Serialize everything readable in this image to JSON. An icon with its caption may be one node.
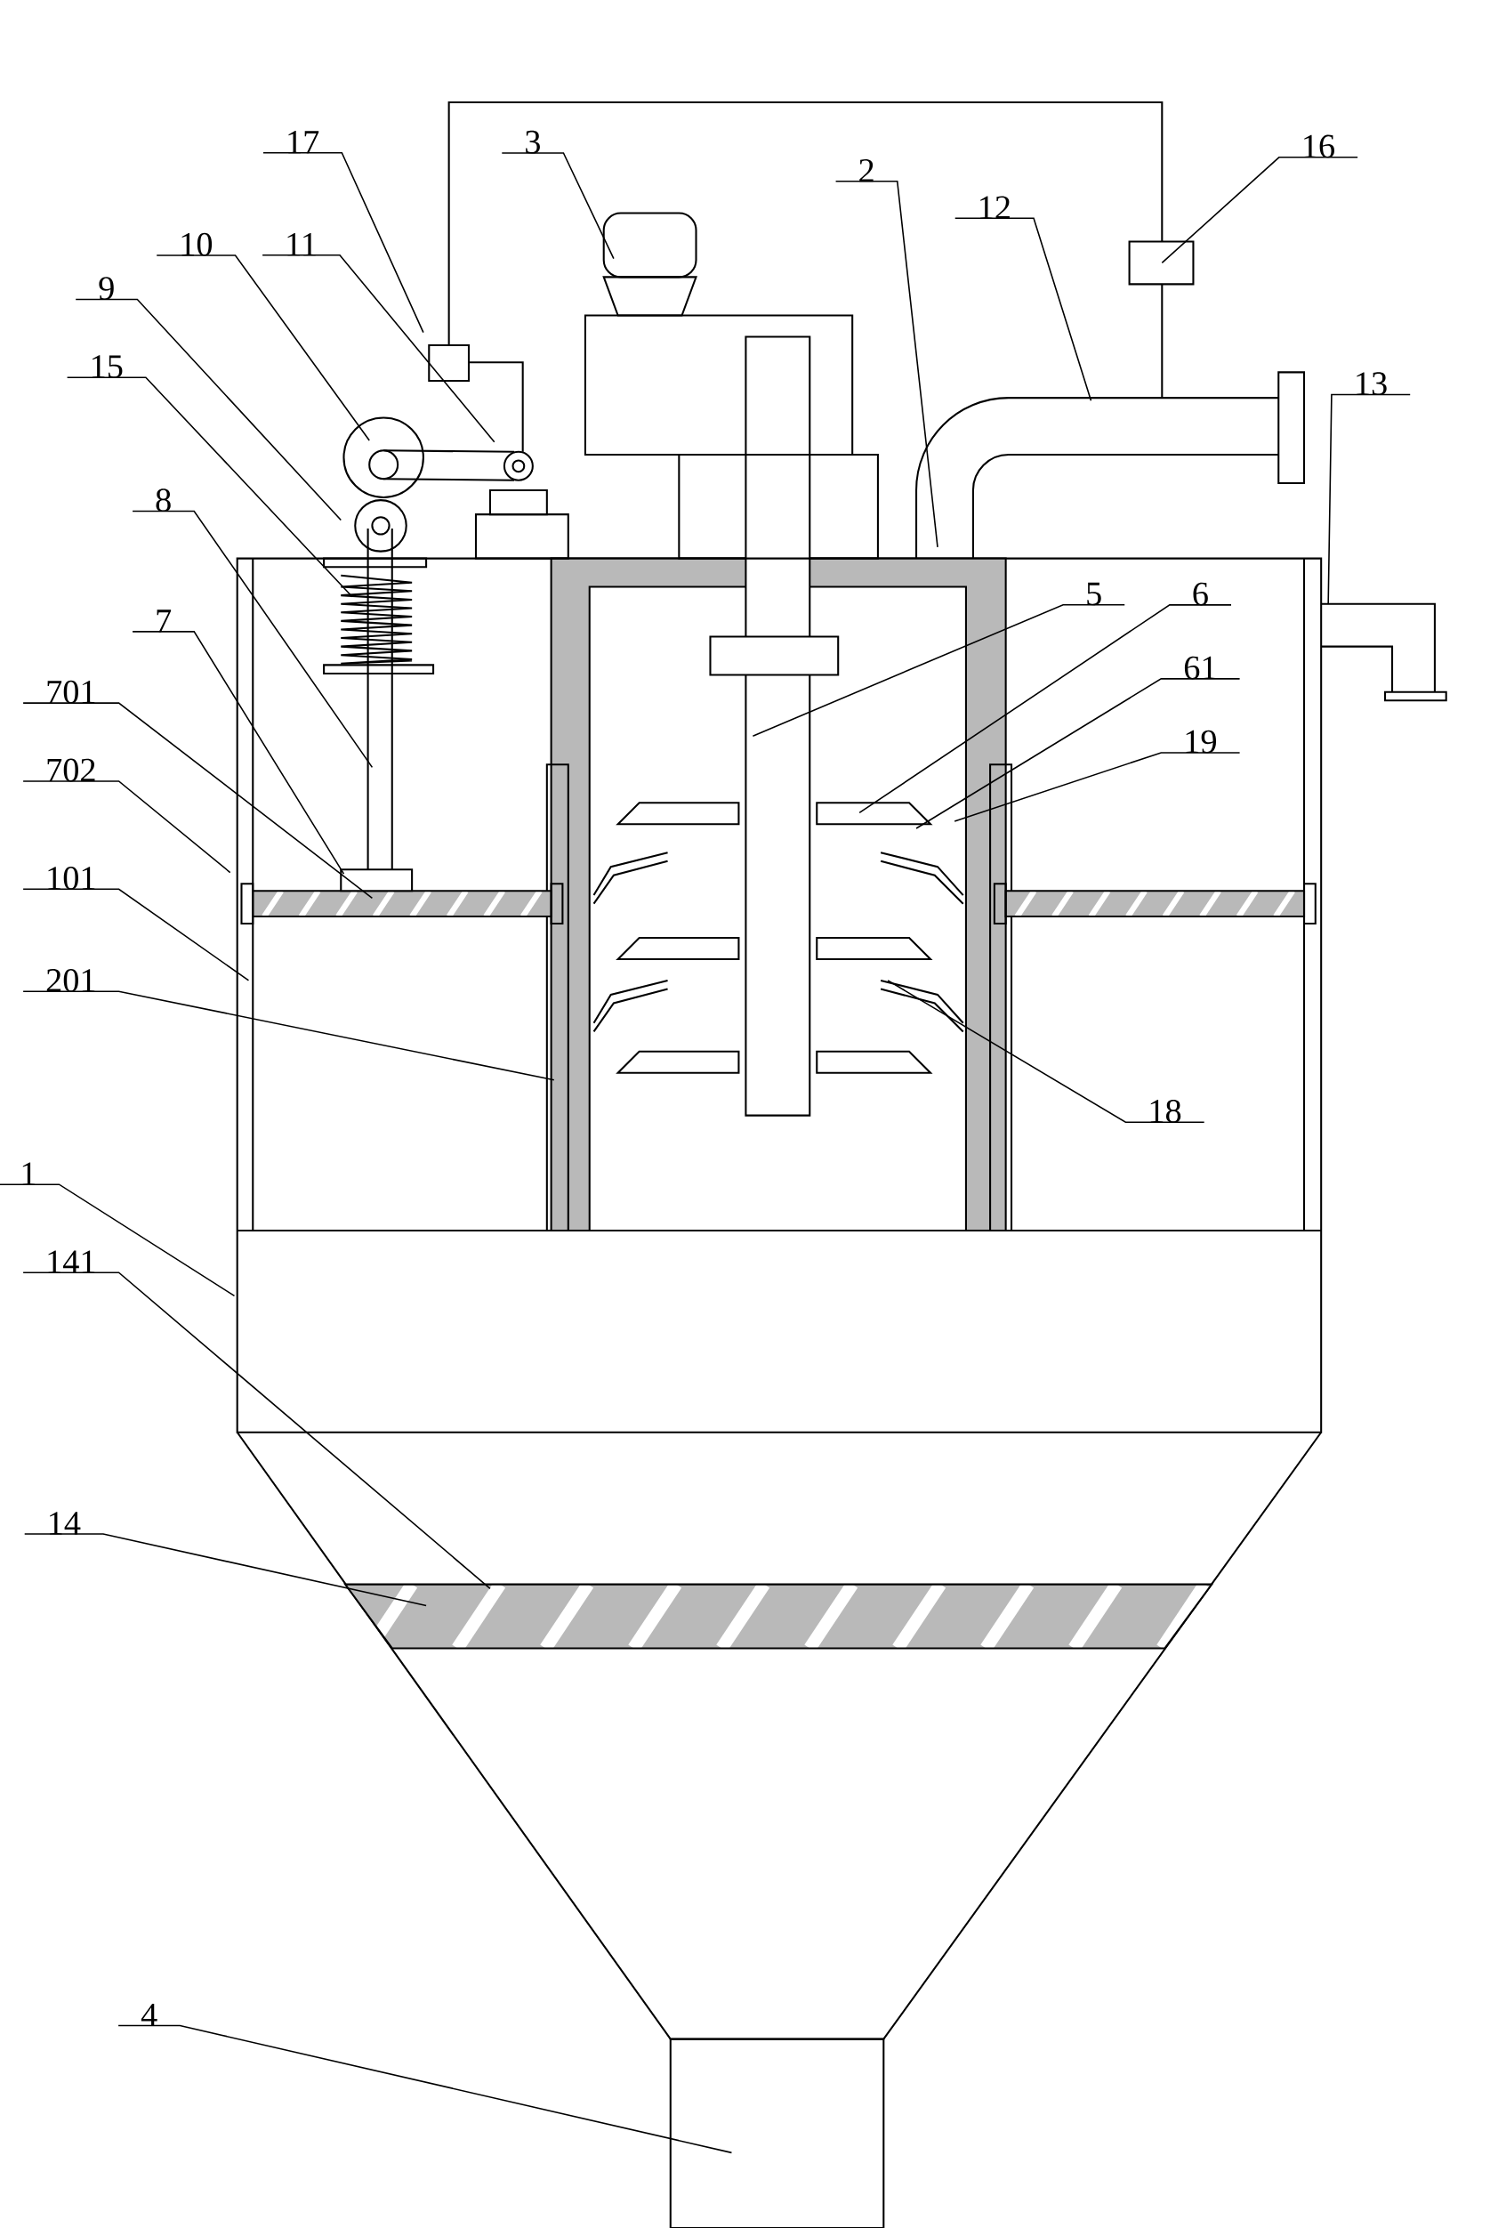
{
  "diagram": {
    "nodes": [
      {
        "text": [
          "3"
        ]
      },
      {
        "text": [
          "17"
        ]
      },
      {
        "text": [
          "16"
        ]
      },
      {
        "text": [
          "2"
        ]
      },
      {
        "text": [
          "12"
        ]
      },
      {
        "text": [
          "10"
        ]
      },
      {
        "text": [
          "11"
        ]
      },
      {
        "text": [
          "9"
        ]
      },
      {
        "text": [
          "15"
        ]
      },
      {
        "text": [
          "13"
        ]
      },
      {
        "text": [
          "8"
        ]
      },
      {
        "text": [
          "5"
        ]
      },
      {
        "text": [
          "6"
        ]
      },
      {
        "text": [
          "7"
        ]
      },
      {
        "text": [
          "61"
        ]
      },
      {
        "text": [
          "701"
        ]
      },
      {
        "text": [
          "19"
        ]
      },
      {
        "text": [
          "702"
        ]
      },
      {
        "text": [
          "101"
        ]
      },
      {
        "text": [
          "201"
        ]
      },
      {
        "text": [
          "18"
        ]
      },
      {
        "text": [
          "1"
        ]
      },
      {
        "text": [
          "141"
        ]
      },
      {
        "text": [
          "14"
        ]
      },
      {
        "text": [
          "4"
        ]
      }
    ],
    "edges": [
      {
        "from": 0,
        "to": null,
        "arrow": "none"
      },
      {
        "from": 1,
        "to": null,
        "arrow": "none"
      },
      {
        "from": 2,
        "to": null,
        "arrow": "none"
      },
      {
        "from": 3,
        "to": null,
        "arrow": "none"
      },
      {
        "from": 4,
        "to": null,
        "arrow": "none"
      },
      {
        "from": 5,
        "to": null,
        "arrow": "none"
      },
      {
        "from": 6,
        "to": null,
        "arrow": "none"
      },
      {
        "from": 7,
        "to": null,
        "arrow": "none"
      },
      {
        "from": 8,
        "to": null,
        "arrow": "none"
      },
      {
        "from": 9,
        "to": null,
        "arrow": "none"
      },
      {
        "from": 10,
        "to": null,
        "arrow": "none"
      },
      {
        "from": 11,
        "to": null,
        "arrow": "none"
      },
      {
        "from": 12,
        "to": null,
        "arrow": "none"
      },
      {
        "from": 13,
        "to": null,
        "arrow": "none"
      },
      {
        "from": 14,
        "to": null,
        "arrow": "none"
      },
      {
        "from": 15,
        "to": null,
        "arrow": "none"
      },
      {
        "from": 16,
        "to": null,
        "arrow": "none"
      },
      {
        "from": 17,
        "to": null,
        "arrow": "none"
      },
      {
        "from": 18,
        "to": null,
        "arrow": "none"
      },
      {
        "from": 19,
        "to": null,
        "arrow": "none"
      },
      {
        "from": 20,
        "to": null,
        "arrow": "none"
      },
      {
        "from": 21,
        "to": null,
        "arrow": "none"
      },
      {
        "from": 22,
        "to": null,
        "arrow": "none"
      },
      {
        "from": 23,
        "to": null,
        "arrow": "none"
      },
      {
        "from": 24,
        "to": null,
        "arrow": "none"
      }
    ]
  }
}
